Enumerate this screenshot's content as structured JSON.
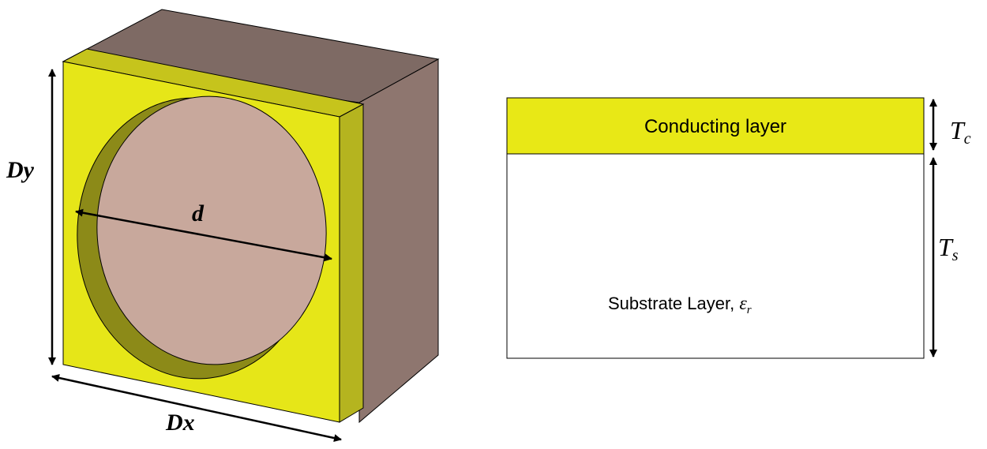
{
  "cube": {
    "dim_x_label": "Dx",
    "dim_y_label": "Dy",
    "hole_label": "d"
  },
  "stack": {
    "conducting_label": "Conducting layer",
    "substrate_label": "Substrate Layer, ",
    "substrate_symbol": "ε",
    "substrate_symbol_sub": "r",
    "tc_label": "T",
    "tc_sub": "c",
    "ts_label": "T",
    "ts_sub": "s"
  },
  "colors": {
    "conductor": "#e8e816",
    "conductor_side": "#b6b620",
    "hole": "#c8a89c",
    "substrate_box": "#8a7069",
    "substrate_top": "#7a6660",
    "outline": "#000000"
  }
}
